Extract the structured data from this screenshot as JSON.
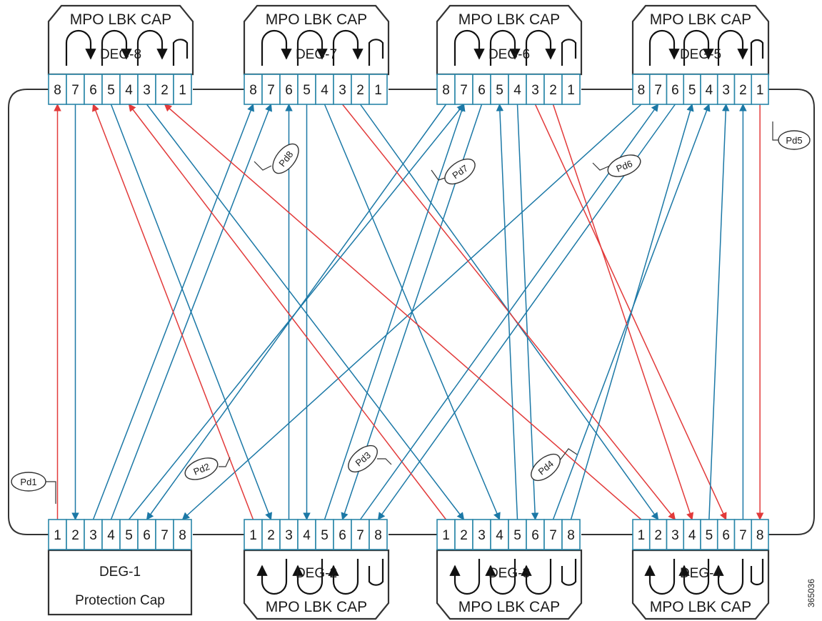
{
  "colors": {
    "blue_fiber": "#1b78a6",
    "red_fiber": "#e23a3a",
    "port_border": "#2a86a8",
    "outline": "#333333"
  },
  "top_modules": [
    {
      "deg": "DEG-8",
      "cap": "MPO LBK CAP",
      "ports": [
        "8",
        "7",
        "6",
        "5",
        "4",
        "3",
        "2",
        "1"
      ]
    },
    {
      "deg": "DEG-7",
      "cap": "MPO LBK CAP",
      "ports": [
        "8",
        "7",
        "6",
        "5",
        "4",
        "3",
        "2",
        "1"
      ]
    },
    {
      "deg": "DEG-6",
      "cap": "MPO LBK CAP",
      "ports": [
        "8",
        "7",
        "6",
        "5",
        "4",
        "3",
        "2",
        "1"
      ]
    },
    {
      "deg": "DEG-5",
      "cap": "MPO LBK CAP",
      "ports": [
        "8",
        "7",
        "6",
        "5",
        "4",
        "3",
        "2",
        "1"
      ]
    }
  ],
  "bottom_modules": [
    {
      "deg": "DEG-1",
      "cap": "Protection Cap",
      "ports": [
        "1",
        "2",
        "3",
        "4",
        "5",
        "6",
        "7",
        "8"
      ]
    },
    {
      "deg": "DEG-2",
      "cap": "MPO LBK CAP",
      "ports": [
        "1",
        "2",
        "3",
        "4",
        "5",
        "6",
        "7",
        "8"
      ]
    },
    {
      "deg": "DEG-3",
      "cap": "MPO LBK CAP",
      "ports": [
        "1",
        "2",
        "3",
        "4",
        "5",
        "6",
        "7",
        "8"
      ]
    },
    {
      "deg": "DEG-4",
      "cap": "MPO LBK CAP",
      "ports": [
        "1",
        "2",
        "3",
        "4",
        "5",
        "6",
        "7",
        "8"
      ]
    }
  ],
  "pd_labels": {
    "pd1": "Pd1",
    "pd2": "Pd2",
    "pd3": "Pd3",
    "pd4": "Pd4",
    "pd5": "Pd5",
    "pd6": "Pd6",
    "pd7": "Pd7",
    "pd8": "Pd8"
  },
  "connections": [
    {
      "from": "B1.1",
      "to": "T8.8",
      "color": "red"
    },
    {
      "from": "T8.7",
      "to": "B1.2",
      "color": "blue"
    },
    {
      "from": "B1.3",
      "to": "T7.8",
      "color": "blue"
    },
    {
      "from": "B1.4",
      "to": "T7.7",
      "color": "blue"
    },
    {
      "from": "T6.8",
      "to": "B1.6",
      "color": "blue"
    },
    {
      "from": "T5.8",
      "to": "B1.8",
      "color": "blue"
    },
    {
      "from": "B2.1",
      "to": "T8.6",
      "color": "red"
    },
    {
      "from": "T8.5",
      "to": "B2.2",
      "color": "blue"
    },
    {
      "from": "B2.3",
      "to": "T7.6",
      "color": "blue"
    },
    {
      "from": "T7.5",
      "to": "B2.4",
      "color": "blue"
    },
    {
      "from": "T6.6",
      "to": "B2.6",
      "color": "blue"
    },
    {
      "from": "T5.6",
      "to": "B2.8",
      "color": "blue"
    },
    {
      "from": "B3.1",
      "to": "T8.4",
      "color": "red"
    },
    {
      "from": "T8.3",
      "to": "B3.2",
      "color": "blue"
    },
    {
      "from": "T7.4",
      "to": "B3.4",
      "color": "blue"
    },
    {
      "from": "T6.4",
      "to": "B3.6",
      "color": "blue"
    },
    {
      "from": "B3.7",
      "to": "T5.4",
      "color": "blue"
    },
    {
      "from": "B4.1",
      "to": "T8.2",
      "color": "red"
    },
    {
      "from": "T7.2",
      "to": "B4.2",
      "color": "blue"
    },
    {
      "from": "T7.3",
      "to": "B4.3",
      "color": "red"
    },
    {
      "from": "T6.2",
      "to": "B4.4",
      "color": "red"
    },
    {
      "from": "T6.3",
      "to": "B4.6",
      "color": "red"
    },
    {
      "from": "B4.7",
      "to": "T5.2",
      "color": "blue"
    },
    {
      "from": "T5.1",
      "to": "B4.8",
      "color": "red"
    },
    {
      "from": "B2.5",
      "to": "T6.7",
      "color": "blue"
    },
    {
      "from": "B1.5",
      "to": "T6.7",
      "color": "blue"
    },
    {
      "from": "B2.7",
      "to": "T5.7",
      "color": "blue"
    },
    {
      "from": "B3.8",
      "to": "T5.5",
      "color": "blue"
    },
    {
      "from": "B3.5",
      "to": "T6.5",
      "color": "blue"
    },
    {
      "from": "B4.5",
      "to": "T5.3",
      "color": "blue"
    }
  ],
  "figure_id": "365036"
}
